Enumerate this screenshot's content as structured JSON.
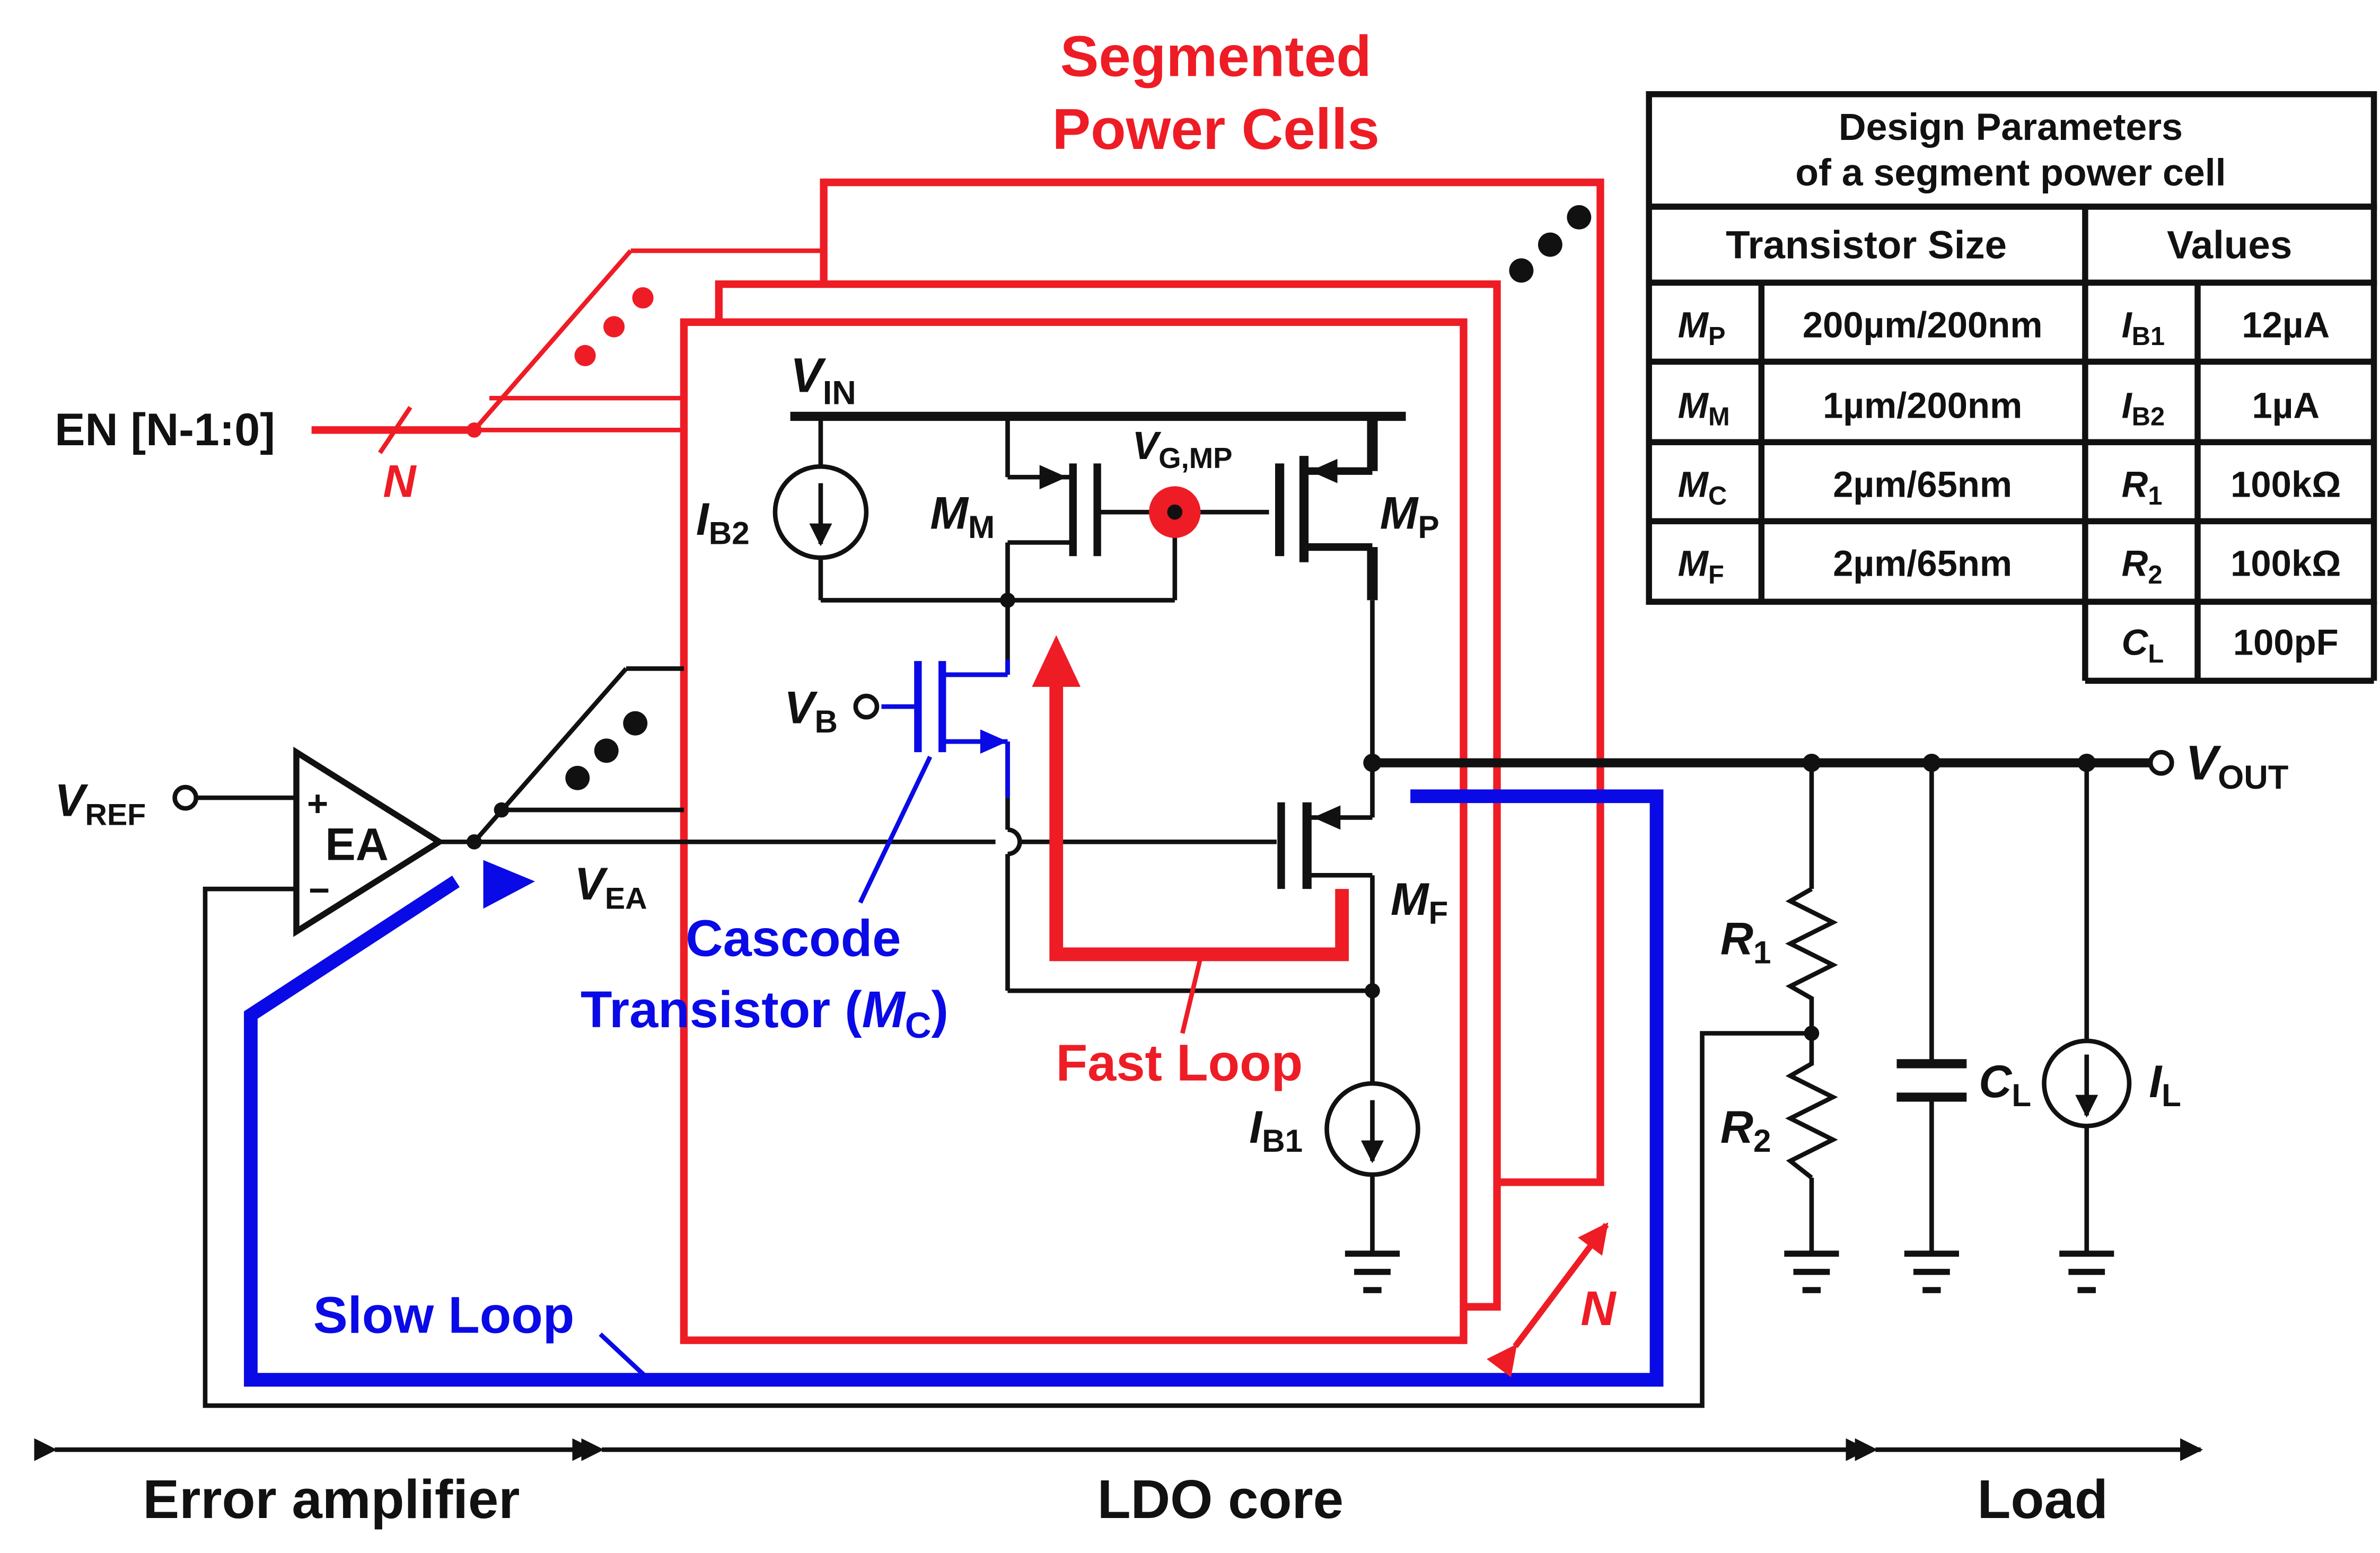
{
  "colors": {
    "red": "#ee1c25",
    "blue": "#0a0ae6",
    "black": "#111111"
  },
  "title": {
    "line1": "Segmented",
    "line2": "Power Cells"
  },
  "table": {
    "header_line1": "Design Parameters",
    "header_line2": "of a segment power cell",
    "col1": "Transistor Size",
    "col2": "Values",
    "rows": [
      {
        "dev": "M",
        "dev_sub": "P",
        "size": "200µm/200nm",
        "par": "I",
        "par_sub": "B1",
        "val": "12µA"
      },
      {
        "dev": "M",
        "dev_sub": "M",
        "size": "1µm/200nm",
        "par": "I",
        "par_sub": "B2",
        "val": "1µA"
      },
      {
        "dev": "M",
        "dev_sub": "C",
        "size": "2µm/65nm",
        "par": "R",
        "par_sub": "1",
        "val": "100kΩ"
      },
      {
        "dev": "M",
        "dev_sub": "F",
        "size": "2µm/65nm",
        "par": "R",
        "par_sub": "2",
        "val": "100kΩ"
      },
      {
        "par": "C",
        "par_sub": "L",
        "val": "100pF"
      }
    ]
  },
  "labels": {
    "en": "EN [N-1:0]",
    "n": "N",
    "vin": "V",
    "vin_sub": "IN",
    "ib2": "I",
    "ib2_sub": "B2",
    "mm": "M",
    "mm_sub": "M",
    "vgmp": "V",
    "vgmp_sub": "G,MP",
    "mp": "M",
    "mp_sub": "P",
    "vb": "V",
    "vb_sub": "B",
    "vref": "V",
    "vref_sub": "REF",
    "ea": "EA",
    "plus": "+",
    "minus": "−",
    "vea": "V",
    "vea_sub": "EA",
    "vout": "V",
    "vout_sub": "OUT",
    "mf": "M",
    "mf_sub": "F",
    "cascode_line1": "Cascode",
    "cascode_line2": "Transistor (",
    "cascode_m": "M",
    "cascode_sub": "C",
    "cascode_close": ")",
    "fast_loop": "Fast Loop",
    "ib1": "I",
    "ib1_sub": "B1",
    "r1": "R",
    "r1_sub": "1",
    "r2": "R",
    "r2_sub": "2",
    "cl": "C",
    "cl_sub": "L",
    "il": "I",
    "il_sub": "L",
    "slow_loop": "Slow Loop"
  },
  "sections": {
    "error_amplifier": "Error amplifier",
    "ldo_core": "LDO core",
    "load": "Load"
  }
}
